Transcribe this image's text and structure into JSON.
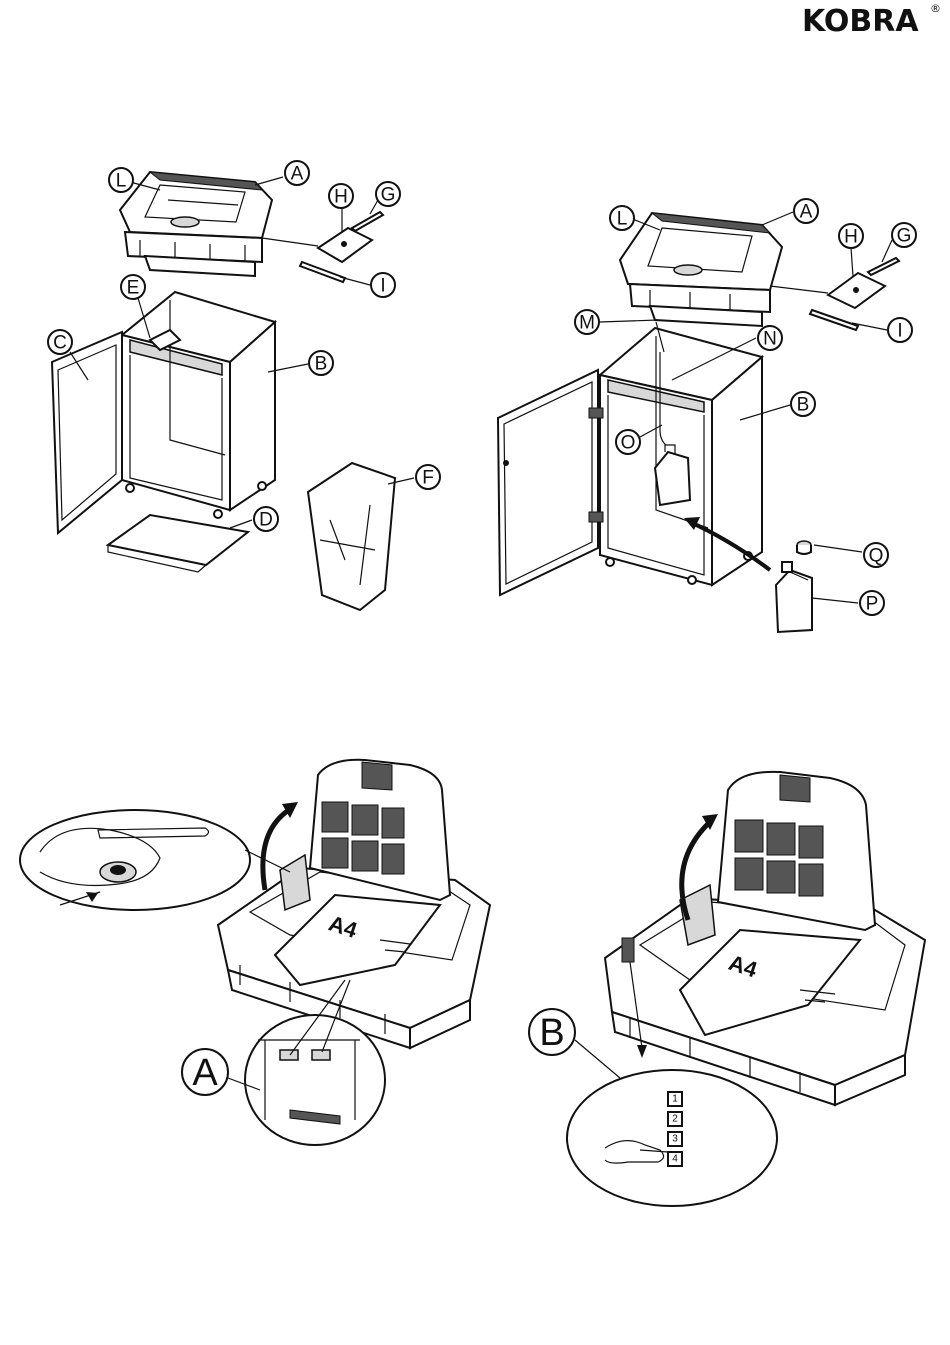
{
  "brand": {
    "name": "KOBRA",
    "registered": "®"
  },
  "figure1": {
    "labels": [
      "A",
      "L",
      "H",
      "G",
      "I",
      "E",
      "C",
      "B",
      "D",
      "F"
    ]
  },
  "figure2": {
    "labels": [
      "A",
      "L",
      "H",
      "G",
      "I",
      "M",
      "N",
      "B",
      "O",
      "Q",
      "P"
    ]
  },
  "figure3": {
    "paper_label": "A4",
    "callout": "A"
  },
  "figure4": {
    "paper_label": "A4",
    "callout": "B",
    "buttons": [
      "1",
      "2",
      "3",
      "4"
    ]
  }
}
